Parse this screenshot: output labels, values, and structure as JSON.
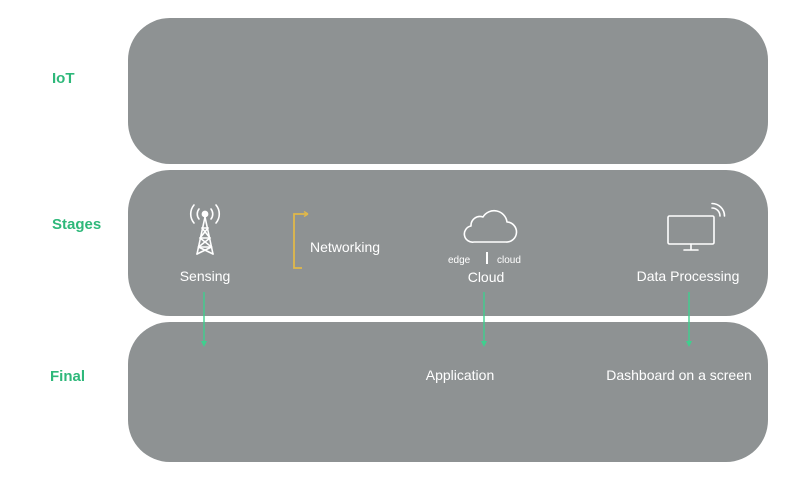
{
  "rows": {
    "iot": "IoT",
    "stages": "Stages",
    "final": "Final"
  },
  "stages": {
    "sensing": "Sensing",
    "networking": "Networking",
    "cloud": "Cloud",
    "cloud_edge": "edge",
    "cloud_cloud": "cloud",
    "data_processing": "Data Processing"
  },
  "final": {
    "application": "Application",
    "dashboard": "Dashboard on a screen"
  },
  "icons": {
    "sensing": "antenna-tower-icon",
    "networking": "bracket-icon",
    "cloud": "cloud-icon",
    "data_processing": "monitor-wifi-icon"
  },
  "colors": {
    "band": "#8e9293",
    "label": "#2eb87a",
    "arrow": "#3fcf8e",
    "bracket": "#e0b84a",
    "text": "#ffffff"
  }
}
